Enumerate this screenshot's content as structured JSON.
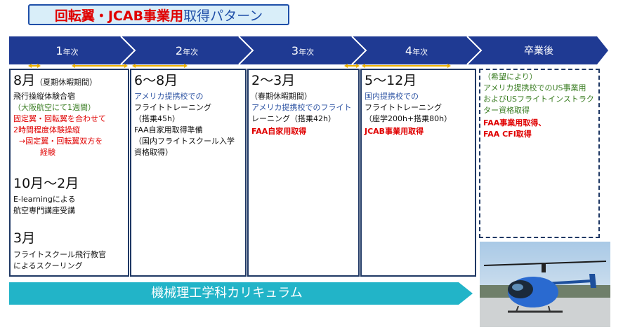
{
  "title": {
    "part1": "回転翼・JCAB事業用",
    "part2": "取得パターン"
  },
  "years": [
    {
      "num": "1",
      "suffix": "年次"
    },
    {
      "num": "2",
      "suffix": "年次"
    },
    {
      "num": "3",
      "suffix": "年次"
    },
    {
      "num": "4",
      "suffix": "年次"
    },
    {
      "num": "",
      "suffix": "卒業後"
    }
  ],
  "box1": {
    "lines": [
      {
        "big": "8月",
        "small": "（夏期休暇期間）"
      },
      "飛行操縦体験合宿",
      "（大阪航空にて1週間）",
      "固定翼・回転翼を合わせて",
      "2時間程度体験操縦",
      "→固定翼・回転翼双方を",
      "経験",
      "10月～2月",
      "E-learningによる",
      "航空専門講座受講",
      "3月",
      "フライトスクール飛行教官",
      "によるスクーリング"
    ]
  },
  "box2": {
    "lines": [
      "6～8月",
      "アメリカ提携校での",
      "フライトトレーニング",
      "（搭乗45h）",
      "FAA自家用取得準備",
      "（国内フライトスクール入学",
      "資格取得）"
    ]
  },
  "box3": {
    "lines": [
      "2～3月",
      "（春期休暇期間）",
      "アメリカ提携校でのフライト",
      "レーニング（搭乗42h）",
      "FAA自家用取得"
    ]
  },
  "box4": {
    "lines": [
      "5～12月",
      "国内提携校での",
      "フライトトレーニング",
      "（座学200h+搭乗80h）",
      "JCAB事業用取得"
    ]
  },
  "box5": {
    "lines": [
      "（希望により）",
      "アメリカ提携校でのUS事業用",
      "およびUSフライトインストラク",
      "ター資格取得",
      "FAA事業用取得、",
      "FAA CFI取得"
    ]
  },
  "curriculum": "機械理工学科カリキュラム",
  "colors": {
    "timeline": "#1f3a93",
    "curriculum": "#22b4c8",
    "arrow_gold": "#f0b400",
    "red": "#e00000",
    "green": "#3a7d22",
    "blue": "#2f55a4"
  }
}
